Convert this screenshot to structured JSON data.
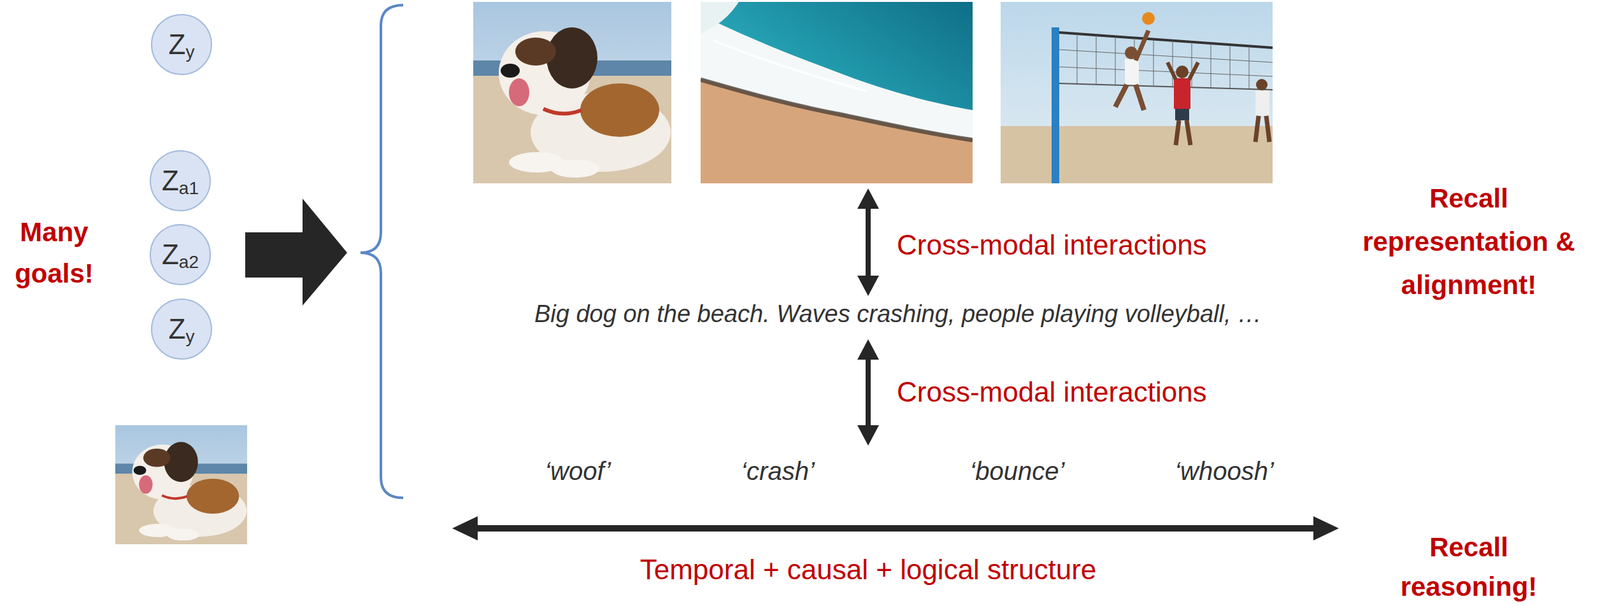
{
  "diagram": {
    "nodes": [
      {
        "text": [
          "Z",
          "y"
        ]
      },
      {
        "text": [
          "Z",
          "a1"
        ]
      },
      {
        "text": [
          "Z",
          "a2"
        ]
      },
      {
        "text": [
          "Z",
          "y"
        ]
      }
    ],
    "labels": [
      "Many goals!",
      "Cross-modal interactions",
      "Big dog on the beach. Waves crashing, people playing volleyball, …",
      "Cross-modal interactions",
      "‘woof’",
      "‘crash’",
      "‘bounce’",
      "‘whoosh’",
      "Temporal + causal + logical structure",
      "Recall representation & alignment!",
      "Recall reasoning!"
    ]
  }
}
